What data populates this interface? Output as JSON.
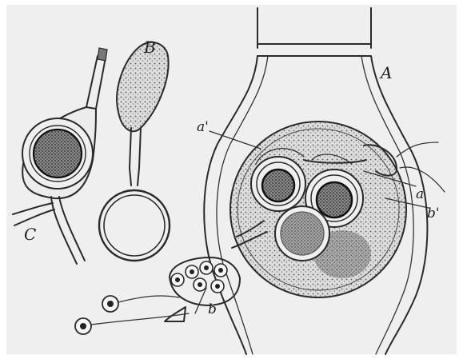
{
  "figure": {
    "labels": {
      "A": "A",
      "B": "B",
      "C": "C",
      "a": "a",
      "a_prime": "a'",
      "b": "b",
      "b_prime": "b'"
    }
  }
}
